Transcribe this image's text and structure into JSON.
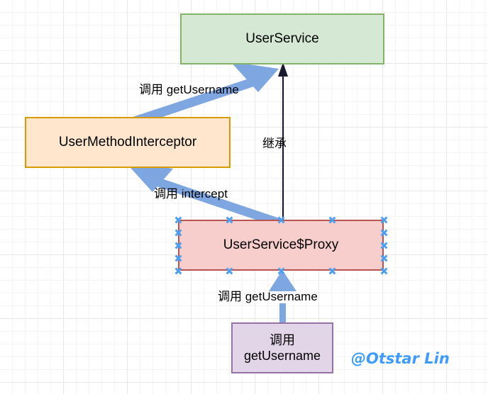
{
  "diagram": {
    "type": "class-relationship-diagram",
    "background": "grid",
    "nodes": [
      {
        "id": "userservice",
        "label": "UserService",
        "fill": "#d5e8d4",
        "stroke": "#82b366",
        "selected": false
      },
      {
        "id": "interceptor",
        "label": "UserMethodInterceptor",
        "fill": "#ffe6cc",
        "stroke": "#d79b00",
        "selected": false
      },
      {
        "id": "proxy",
        "label": "UserService$Proxy",
        "fill": "#f8cecc",
        "stroke": "#b85450",
        "selected": true
      },
      {
        "id": "caller",
        "label_line1": "调用",
        "label_line2": "getUsername",
        "fill": "#e1d5e7",
        "stroke": "#9673a6",
        "selected": false
      }
    ],
    "edges": [
      {
        "id": "interceptor-to-userservice",
        "label": "调用 getUsername",
        "from": "interceptor",
        "to": "userservice",
        "color": "#7ea6e0",
        "style": "thick-arrow"
      },
      {
        "id": "proxy-to-userservice",
        "label": "继承",
        "from": "proxy",
        "to": "userservice",
        "color": "#1a1a2e",
        "style": "thin-arrow"
      },
      {
        "id": "proxy-to-interceptor",
        "label": "调用 intercept",
        "from": "proxy",
        "to": "interceptor",
        "color": "#7ea6e0",
        "style": "thick-arrow"
      },
      {
        "id": "caller-to-proxy",
        "label": "调用 getUsername",
        "from": "caller",
        "to": "proxy",
        "color": "#7ea6e0",
        "style": "thick-arrow"
      }
    ],
    "selection_handle_color": "#4d9ff0",
    "watermark": "@Otstar Lin"
  }
}
